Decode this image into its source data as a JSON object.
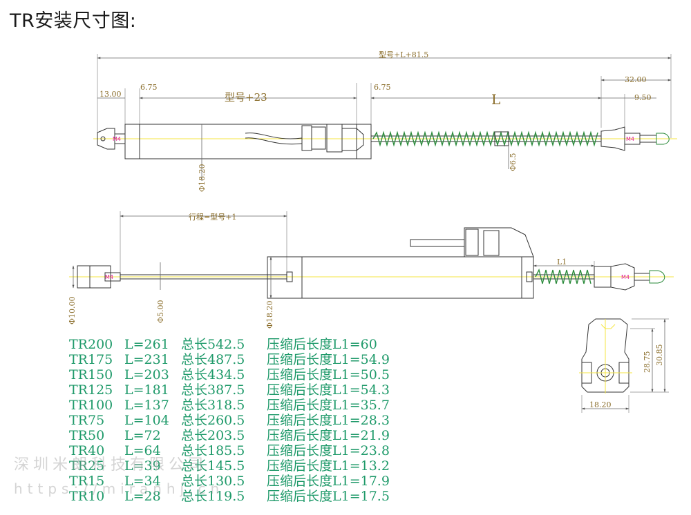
{
  "title": "TR安装尺寸图:",
  "top_view": {
    "overall": "型号+L+81.5",
    "left_end": "13.00",
    "gap_left": "6.75",
    "body": "型号+23",
    "gap_right": "6.75",
    "stroke": "L",
    "right_end": "32.00",
    "tip": "9.50",
    "rod_dia": "Φ6.5",
    "body_dia": "Φ18.20",
    "thread_left": "M4",
    "thread_right": "M4"
  },
  "side_view": {
    "travel": "行程=型号+1",
    "l1": "L1",
    "dia_left": "Φ10.00",
    "dia_rod": "Φ5.00",
    "dia_body": "Φ18.20",
    "thread_left": "M4",
    "thread_right": "M4"
  },
  "end_view": {
    "height_inner": "28.75",
    "height_outer": "30.85",
    "width": "18.20"
  },
  "specs": [
    {
      "model": "TR200",
      "l": "L=261",
      "total": "总长542.5",
      "l1": "压缩后长度L1=60"
    },
    {
      "model": "TR175",
      "l": "L=231",
      "total": "总长487.5",
      "l1": "压缩后长度L1=54.9"
    },
    {
      "model": "TR150",
      "l": "L=203",
      "total": "总长434.5",
      "l1": "压缩后长度L1=50.5"
    },
    {
      "model": "TR125",
      "l": "L=181",
      "total": "总长387.5",
      "l1": "压缩后长度L1=54.3"
    },
    {
      "model": "TR100",
      "l": "L=137",
      "total": "总长318.5",
      "l1": "压缩后长度L1=35.7"
    },
    {
      "model": "TR75",
      "l": "L=104",
      "total": "总长260.5",
      "l1": "压缩后长度L1=28.3"
    },
    {
      "model": "TR50",
      "l": "L=72",
      "total": "总长203.5",
      "l1": "压缩后长度L1=21.9"
    },
    {
      "model": "TR40",
      "l": "L=64",
      "total": "总长185.5",
      "l1": "压缩后长度L1=23.8"
    },
    {
      "model": "TR25",
      "l": "L=39",
      "total": "总长145.5",
      "l1": "压缩后长度L1=13.2"
    },
    {
      "model": "TR15",
      "l": "L=34",
      "total": "总长130.5",
      "l1": "压缩后长度L1=17.9"
    },
    {
      "model": "TR10",
      "l": "L=28",
      "total": "总长119.5",
      "l1": "压缩后长度L1=17.5"
    }
  ],
  "watermark": {
    "company": "深圳米朗科技有限公司",
    "url": "https://miranhj.cn"
  },
  "colors": {
    "dimension": "#8a6d2a",
    "spec_text": "#1f9a6a",
    "thread_label": "#e0189a",
    "centerline": "#f5e640",
    "outline": "#333333"
  }
}
